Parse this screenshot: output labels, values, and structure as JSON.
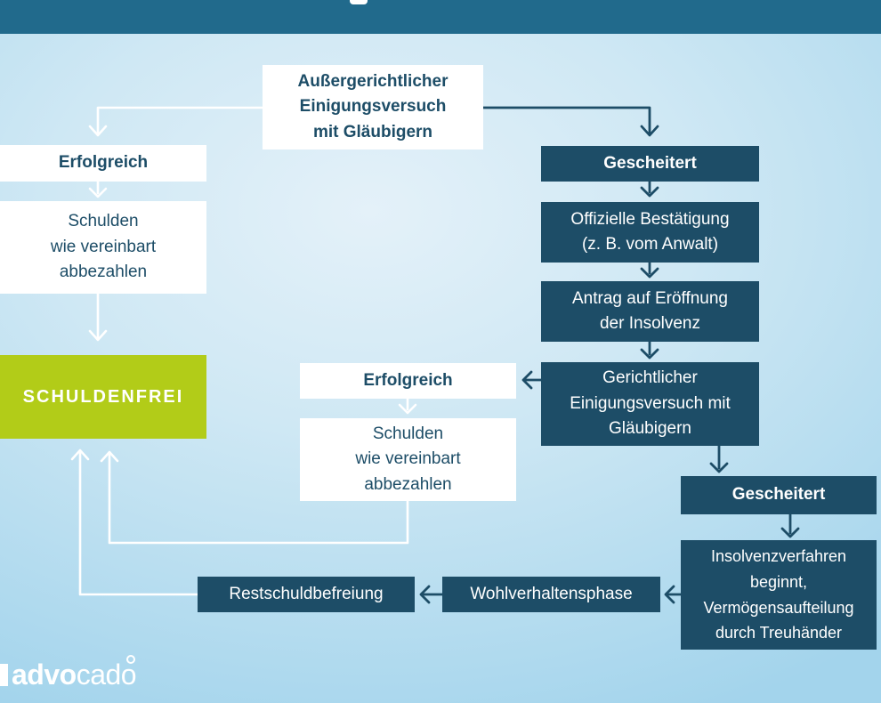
{
  "colors": {
    "top_bar": "#216a8c",
    "background_edge": "#a3d4ec",
    "background_center": "#e4f1f9",
    "dark_box": "#1d4d67",
    "green_box": "#b2cc18",
    "white_box": "#ffffff",
    "dark_text": "#1d4d67",
    "white_connector": "#ffffff"
  },
  "nodes": {
    "aussergerichtlich": {
      "label": "Außergerichtlicher\nEinigungsversuch\nmit Gläubigern"
    },
    "erfolgreich1": {
      "label": "Erfolgreich"
    },
    "schulden1": {
      "label": "Schulden\nwie vereinbart\nabbezahlen"
    },
    "schuldenfrei": {
      "label": "SCHULDENFREI"
    },
    "erfolgreich2": {
      "label": "Erfolgreich"
    },
    "schulden2": {
      "label": "Schulden\nwie vereinbart\nabbezahlen"
    },
    "gescheitert1": {
      "label": "Gescheitert"
    },
    "offizielle": {
      "label": "Offizielle Bestätigung\n(z. B. vom Anwalt)"
    },
    "antrag": {
      "label": "Antrag auf Eröffnung\nder Insolvenz"
    },
    "gerichtlicher": {
      "label": "Gerichtlicher\nEinigungsversuch mit\nGläubigern"
    },
    "gescheitert2": {
      "label": "Gescheitert"
    },
    "insolvenzverfahren": {
      "label": "Insolvenzverfahren\nbeginnt,\nVermögensaufteilung\ndurch Treuhänder"
    },
    "wohlverhaltensphase": {
      "label": "Wohlverhaltensphase"
    },
    "restschuldbefreiung": {
      "label": "Restschuldbefreiung"
    }
  },
  "logo": {
    "prefix": "advo",
    "suffix": "cado"
  }
}
